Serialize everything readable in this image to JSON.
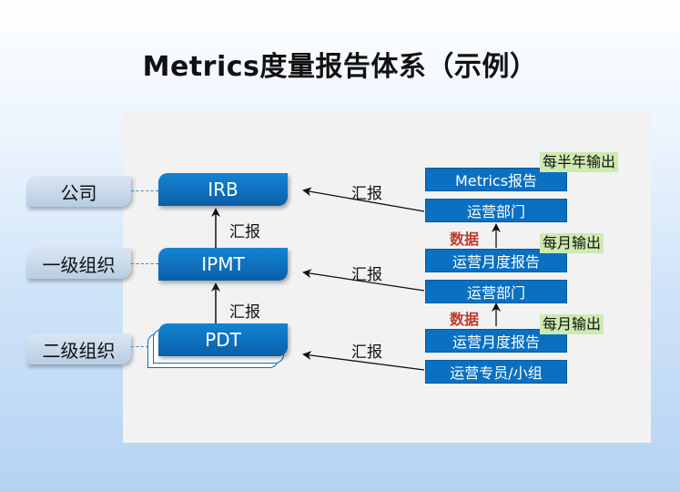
{
  "title": "Metrics度量报告体系（示例）",
  "levels": [
    "公司",
    "一级组织",
    "二级组织"
  ],
  "main_nodes": [
    "IRB",
    "IPMT",
    "PDT"
  ],
  "report_label": "汇报",
  "right_boxes": {
    "r1": "Metrics报告",
    "r2": "运营部门",
    "r3": "运营月度报告",
    "r4": "运营部门",
    "r5": "运营月度报告",
    "r6": "运营专员/小组"
  },
  "tags": {
    "t1": "每半年输出",
    "t2": "每月输出",
    "t3": "每月输出"
  },
  "data_label": "数据"
}
